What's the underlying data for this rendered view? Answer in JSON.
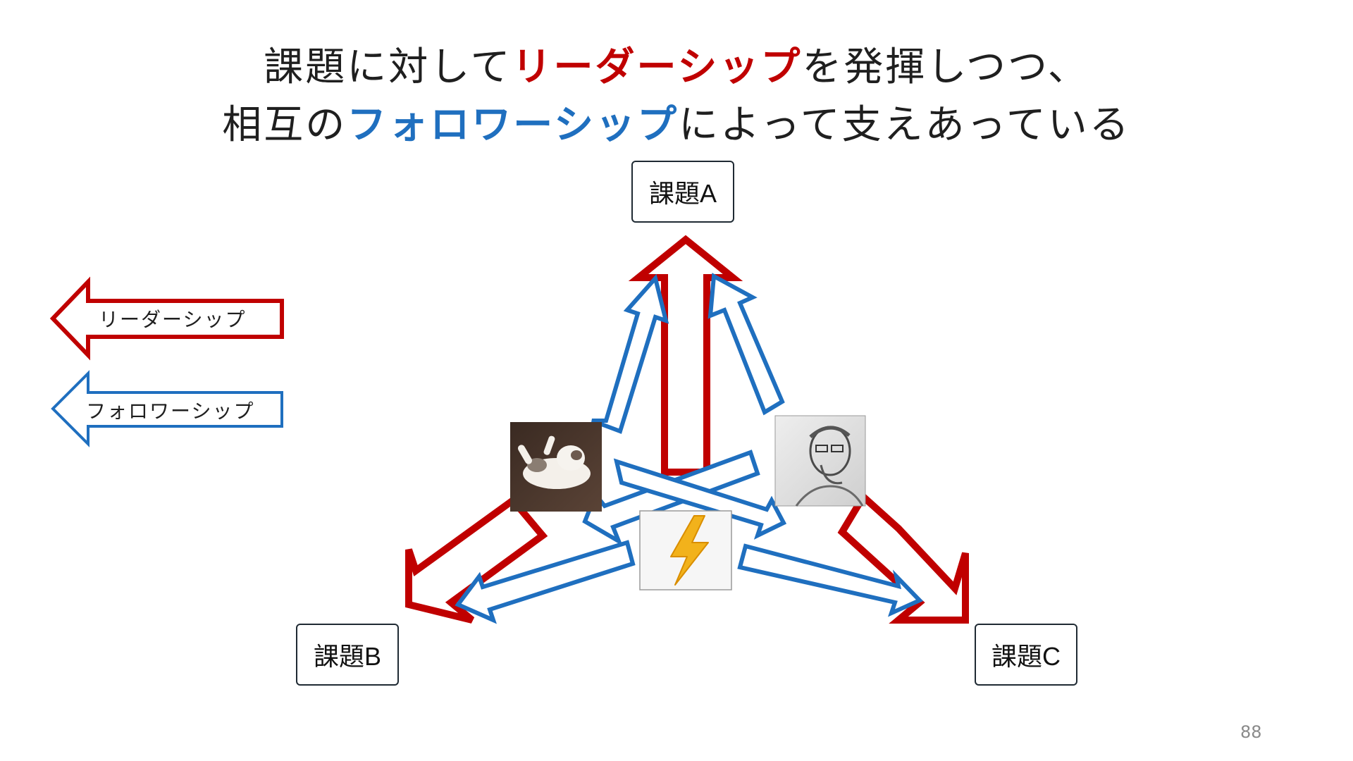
{
  "title": {
    "line1_pre": "課題に対して",
    "line1_highlight": "リーダーシップ",
    "line1_post": "を発揮しつつ、",
    "line2_pre": "相互の",
    "line2_highlight": "フォロワーシップ",
    "line2_post": "によって支えあっている"
  },
  "tasks": {
    "a": "課題A",
    "b": "課題B",
    "c": "課題C"
  },
  "legend": {
    "leadership": "リーダーシップ",
    "followership": "フォロワーシップ"
  },
  "members": {
    "cat": "cat-photo",
    "person": "person-sketch",
    "bolt": "lightning-bolt-icon"
  },
  "colors": {
    "leadership": "#c00000",
    "followership": "#1f6fbf"
  },
  "page_number": "88"
}
